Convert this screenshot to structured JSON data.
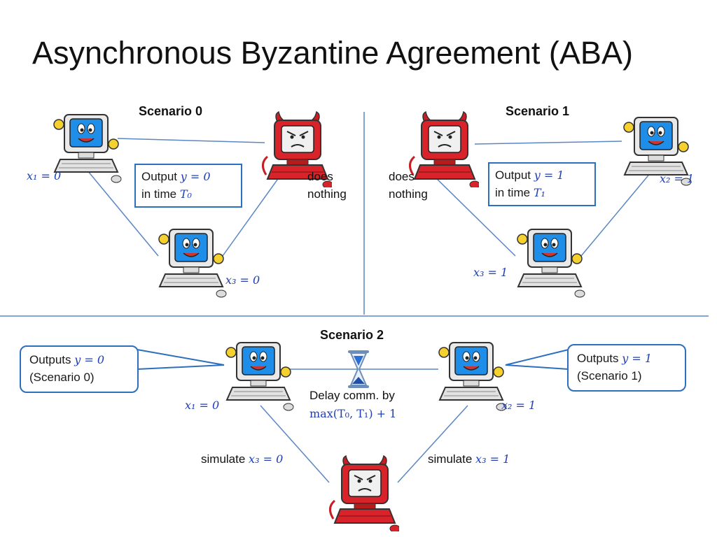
{
  "title": "Asynchronous Byzantine Agreement (ABA)",
  "colors": {
    "line": "#5b86c5",
    "box_border": "#2e6fbd",
    "math": "#1f3fb5",
    "honest_screen": "#1f8ee8",
    "byzantine": "#d8232a"
  },
  "icons": {
    "honest": "honest-computer-icon",
    "byzantine": "byzantine-devil-computer-icon",
    "timer": "hourglass-icon"
  },
  "scenario0": {
    "heading": "Scenario 0",
    "x1": "x₁ = 0",
    "x3": "x₃ = 0",
    "output_line1_text": "Output",
    "output_line1_math": "y = 0",
    "output_line2_text": "in time",
    "output_line2_math": "T₀",
    "byz_line1": "does",
    "byz_line2": "nothing"
  },
  "scenario1": {
    "heading": "Scenario 1",
    "x2": "x₂ = 1",
    "x3": "x₃ = 1",
    "output_line1_text": "Output",
    "output_line1_math": "y = 1",
    "output_line2_text": "in time",
    "output_line2_math": "T₁",
    "byz_line1": "does",
    "byz_line2": "nothing"
  },
  "scenario2": {
    "heading": "Scenario  2",
    "left_callout_text": "Outputs",
    "left_callout_math": "y = 0",
    "left_callout_line2": "(Scenario 0)",
    "right_callout_text": "Outputs",
    "right_callout_math": "y = 1",
    "right_callout_line2": "(Scenario 1)",
    "delay_line1": "Delay comm. by",
    "delay_line2": "max(T₀, T₁) + 1",
    "x1": "x₁ = 0",
    "x2": "x₂ = 1",
    "simulate_left_text": "simulate",
    "simulate_left_math": "x₃ = 0",
    "simulate_right_text": "simulate",
    "simulate_right_math": "x₃ = 1"
  }
}
